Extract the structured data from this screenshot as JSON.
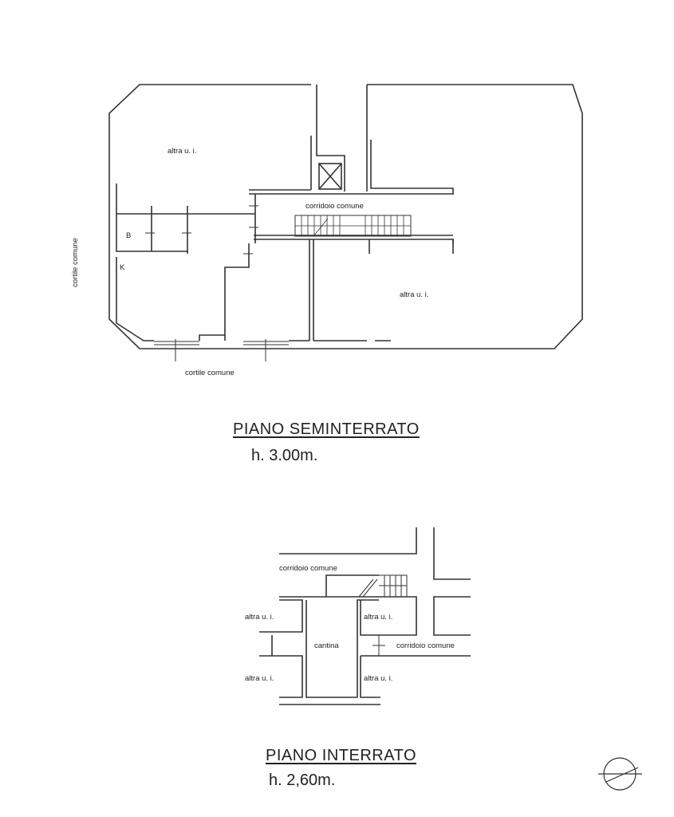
{
  "semi": {
    "title": "PIANO SEMINTERRATO",
    "height": "h. 3.00m.",
    "labels": {
      "altra_top": "altra u. i.",
      "altra_right": "altra u. i.",
      "corridoio": "corridoio comune",
      "cortile_left": "cortile comune",
      "cortile_bottom": "cortile comune",
      "b": "B",
      "k": "K"
    }
  },
  "interrato": {
    "title": "PIANO INTERRATO",
    "height": "h. 2,60m.",
    "labels": {
      "corridoio_top": "corridoio comune",
      "corridoio_right": "corridoio comune",
      "cantina": "cantina",
      "altra_tl": "altra u. i.",
      "altra_tr": "altra u. i.",
      "altra_bl": "altra u. i.",
      "altra_br": "altra u. i."
    }
  }
}
